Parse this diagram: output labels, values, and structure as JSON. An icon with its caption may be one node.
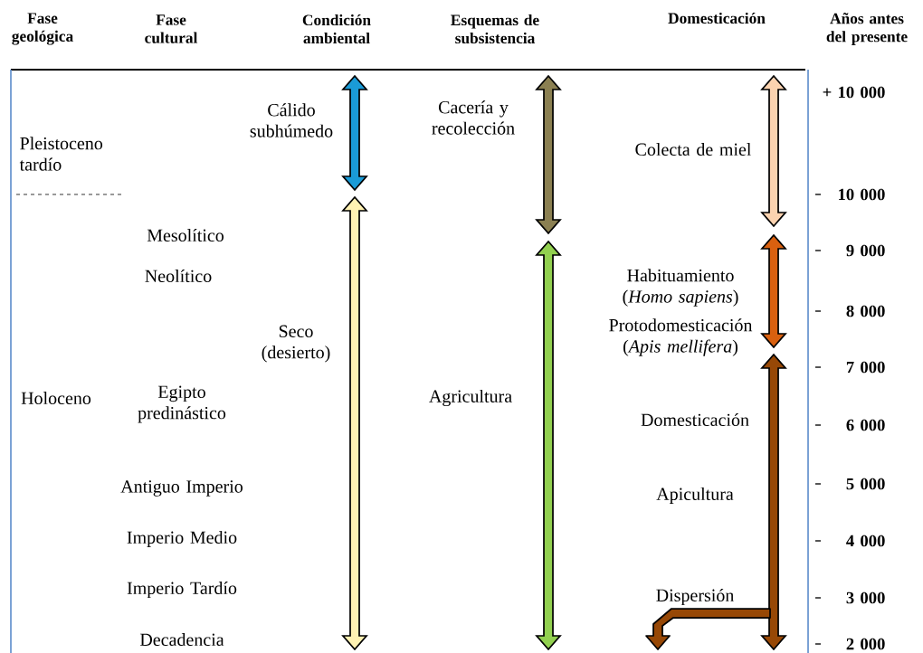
{
  "diagram": {
    "labels": [
      "Fase geológica",
      "Fase cultural",
      "Condición ambiental",
      "Esquemas de subsistencia",
      "Domesticación",
      "Años antes del presente",
      "Pleistoceno tardío",
      "Cálido subhúmedo",
      "Cacería y recolección",
      "Colecta de miel",
      "+ 10 000",
      "10 000",
      "Mesolítico",
      "Neolítico",
      "9 000",
      "Habituamiento (*Homo sapiens*)",
      "Protodomesticación (*Apis mellifera*)",
      "8 000",
      "Seco (desierto)",
      "Holoceno",
      "Egipto predinástico",
      "Agricultura",
      "7 000",
      "Domesticación",
      "6 000",
      "Antiguo Imperio",
      "Apicultura",
      "5 000",
      "Imperio Medio",
      "4 000",
      "Imperio Tardío",
      "Dispersión",
      "3 000",
      "Decadencia",
      "2 000"
    ]
  }
}
